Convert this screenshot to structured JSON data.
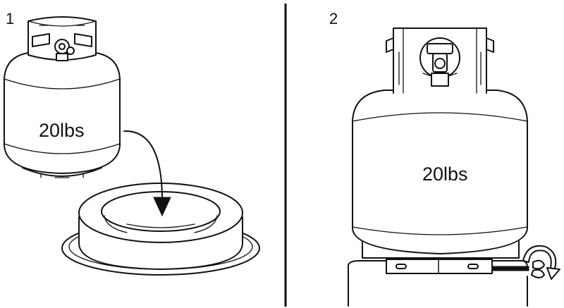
{
  "steps": [
    {
      "number": "1",
      "tank_label": "20lbs"
    },
    {
      "number": "2",
      "tank_label": "20lbs"
    }
  ],
  "colors": {
    "line": "#111111",
    "background": "#ffffff"
  },
  "icons": [
    "propane-tank-icon",
    "tank-base-ring-icon",
    "curved-arrow-down-icon",
    "wing-nut-icon",
    "rotate-arrow-icon"
  ]
}
